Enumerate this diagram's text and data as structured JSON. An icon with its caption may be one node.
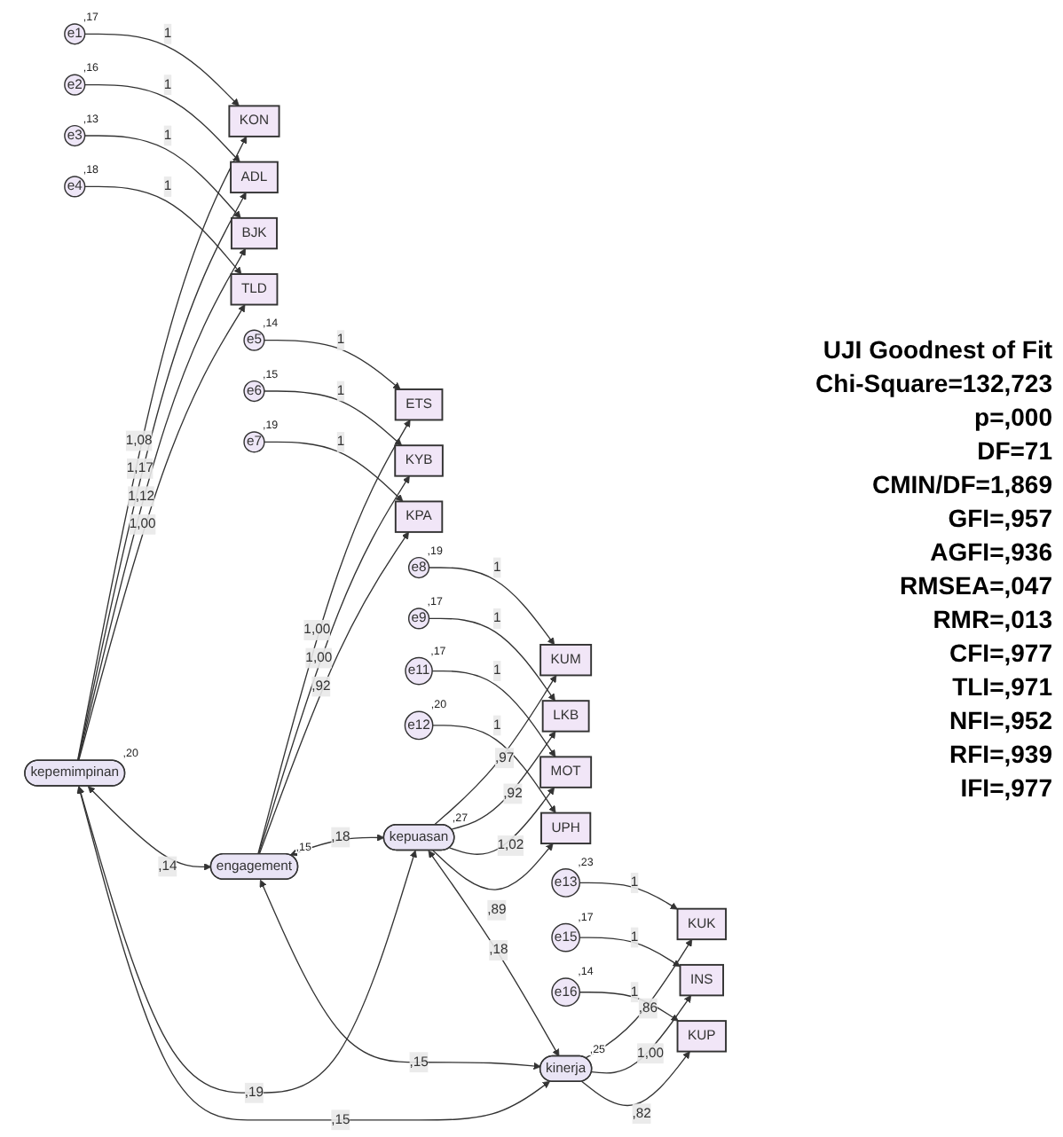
{
  "diagram": {
    "nodes": [
      {
        "text": [
          "e1"
        ],
        "beside": [
          ",17"
        ]
      },
      {
        "text": [
          "KON"
        ]
      },
      {
        "text": [
          "e2"
        ],
        "beside": [
          ",16"
        ]
      },
      {
        "text": [
          "ADL"
        ]
      },
      {
        "text": [
          "e3"
        ],
        "beside": [
          ",13"
        ]
      },
      {
        "text": [
          "BJK"
        ]
      },
      {
        "text": [
          "e4"
        ],
        "beside": [
          ",18"
        ]
      },
      {
        "text": [
          "TLD"
        ]
      },
      {
        "text": [
          "kepemimpinan"
        ],
        "beside": [
          ",20"
        ]
      },
      {
        "text": [
          "e5"
        ],
        "beside": [
          ",14"
        ]
      },
      {
        "text": [
          "ETS"
        ]
      },
      {
        "text": [
          "e6"
        ],
        "beside": [
          ",15"
        ]
      },
      {
        "text": [
          "KYB"
        ]
      },
      {
        "text": [
          "e7"
        ],
        "beside": [
          ",19"
        ]
      },
      {
        "text": [
          "KPA"
        ]
      },
      {
        "text": [
          "engagement"
        ],
        "beside": [
          ",15"
        ]
      },
      {
        "text": [
          "e8"
        ],
        "beside": [
          ",19"
        ]
      },
      {
        "text": [
          "KUM"
        ]
      },
      {
        "text": [
          "e9"
        ],
        "beside": [
          ",17"
        ]
      },
      {
        "text": [
          "LKB"
        ]
      },
      {
        "text": [
          "e11"
        ],
        "beside": [
          ",17"
        ]
      },
      {
        "text": [
          "MOT"
        ]
      },
      {
        "text": [
          "e12"
        ],
        "beside": [
          ",20"
        ]
      },
      {
        "text": [
          "UPH"
        ]
      },
      {
        "text": [
          "kepuasan"
        ],
        "beside": [
          ",27"
        ]
      },
      {
        "text": [
          "e13"
        ],
        "beside": [
          ",23"
        ]
      },
      {
        "text": [
          "KUK"
        ]
      },
      {
        "text": [
          "e15"
        ],
        "beside": [
          ",17"
        ]
      },
      {
        "text": [
          "INS"
        ]
      },
      {
        "text": [
          "e16"
        ],
        "beside": [
          ",14"
        ]
      },
      {
        "text": [
          "KUP"
        ]
      },
      {
        "text": [
          "kinerja"
        ],
        "beside": [
          ",25"
        ]
      }
    ],
    "edges": [
      {
        "from": 0,
        "to": 1,
        "arrow": "to",
        "label": "1"
      },
      {
        "from": 2,
        "to": 3,
        "arrow": "to",
        "label": "1"
      },
      {
        "from": 4,
        "to": 5,
        "arrow": "to",
        "label": "1"
      },
      {
        "from": 6,
        "to": 7,
        "arrow": "to",
        "label": "1"
      },
      {
        "from": 8,
        "to": 1,
        "arrow": "to",
        "label": "1,08"
      },
      {
        "from": 8,
        "to": 3,
        "arrow": "to",
        "label": "1,17"
      },
      {
        "from": 8,
        "to": 5,
        "arrow": "to",
        "label": "1,12"
      },
      {
        "from": 8,
        "to": 7,
        "arrow": "to",
        "label": "1,00"
      },
      {
        "from": 9,
        "to": 10,
        "arrow": "to",
        "label": "1"
      },
      {
        "from": 11,
        "to": 12,
        "arrow": "to",
        "label": "1"
      },
      {
        "from": 13,
        "to": 14,
        "arrow": "to",
        "label": "1"
      },
      {
        "from": 15,
        "to": 10,
        "arrow": "to",
        "label": "1,00"
      },
      {
        "from": 15,
        "to": 12,
        "arrow": "to",
        "label": "1,00"
      },
      {
        "from": 15,
        "to": 14,
        "arrow": "to",
        "label": ",92"
      },
      {
        "from": 16,
        "to": 17,
        "arrow": "to",
        "label": "1"
      },
      {
        "from": 18,
        "to": 19,
        "arrow": "to",
        "label": "1"
      },
      {
        "from": 20,
        "to": 21,
        "arrow": "to",
        "label": "1"
      },
      {
        "from": 22,
        "to": 23,
        "arrow": "to",
        "label": "1"
      },
      {
        "from": 24,
        "to": 17,
        "arrow": "to",
        "label": ",97"
      },
      {
        "from": 24,
        "to": 19,
        "arrow": "to",
        "label": ",92"
      },
      {
        "from": 24,
        "to": 21,
        "arrow": "to",
        "label": "1,02"
      },
      {
        "from": 24,
        "to": 23,
        "arrow": "to",
        "label": ",89"
      },
      {
        "from": 25,
        "to": 26,
        "arrow": "to",
        "label": "1"
      },
      {
        "from": 27,
        "to": 28,
        "arrow": "to",
        "label": "1"
      },
      {
        "from": 29,
        "to": 30,
        "arrow": "to",
        "label": "1"
      },
      {
        "from": 31,
        "to": 26,
        "arrow": "to",
        "label": ",86"
      },
      {
        "from": 31,
        "to": 28,
        "arrow": "to",
        "label": "1,00"
      },
      {
        "from": 31,
        "to": 30,
        "arrow": "to",
        "label": ",82"
      },
      {
        "from": 8,
        "to": 15,
        "arrow": "both",
        "label": ",14"
      },
      {
        "from": 8,
        "to": 24,
        "arrow": "both",
        "label": ",19"
      },
      {
        "from": 8,
        "to": 31,
        "arrow": "both",
        "label": ",15"
      },
      {
        "from": 15,
        "to": 24,
        "arrow": "both",
        "label": ",18"
      },
      {
        "from": 15,
        "to": 31,
        "arrow": "both",
        "label": ",15"
      },
      {
        "from": 24,
        "to": 31,
        "arrow": "both",
        "label": ",18"
      }
    ],
    "labels": [
      "UJI Goodnest of Fit",
      "Chi-Square=132,723",
      "p=,000",
      "DF=71",
      "CMIN/DF=1,869",
      "GFI=,957",
      "AGFI=,936",
      "RMSEA=,047",
      "RMR=,013",
      "CFI=,977",
      "TLI=,971",
      "NFI=,952",
      "RFI=,939",
      "IFI=,977"
    ]
  }
}
